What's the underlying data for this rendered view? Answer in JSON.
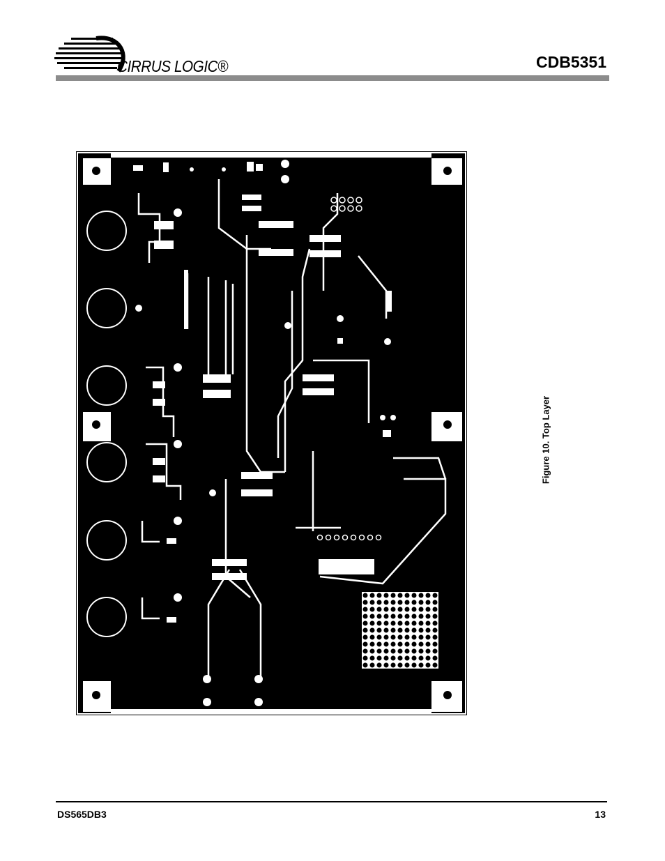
{
  "header": {
    "brand": "CIRRUS LOGIC®",
    "doc_title": "CDB5351"
  },
  "figure": {
    "caption": "Figure 10.  Top Layer"
  },
  "footer": {
    "doc_number": "DS565DB3",
    "page_number": "13"
  }
}
